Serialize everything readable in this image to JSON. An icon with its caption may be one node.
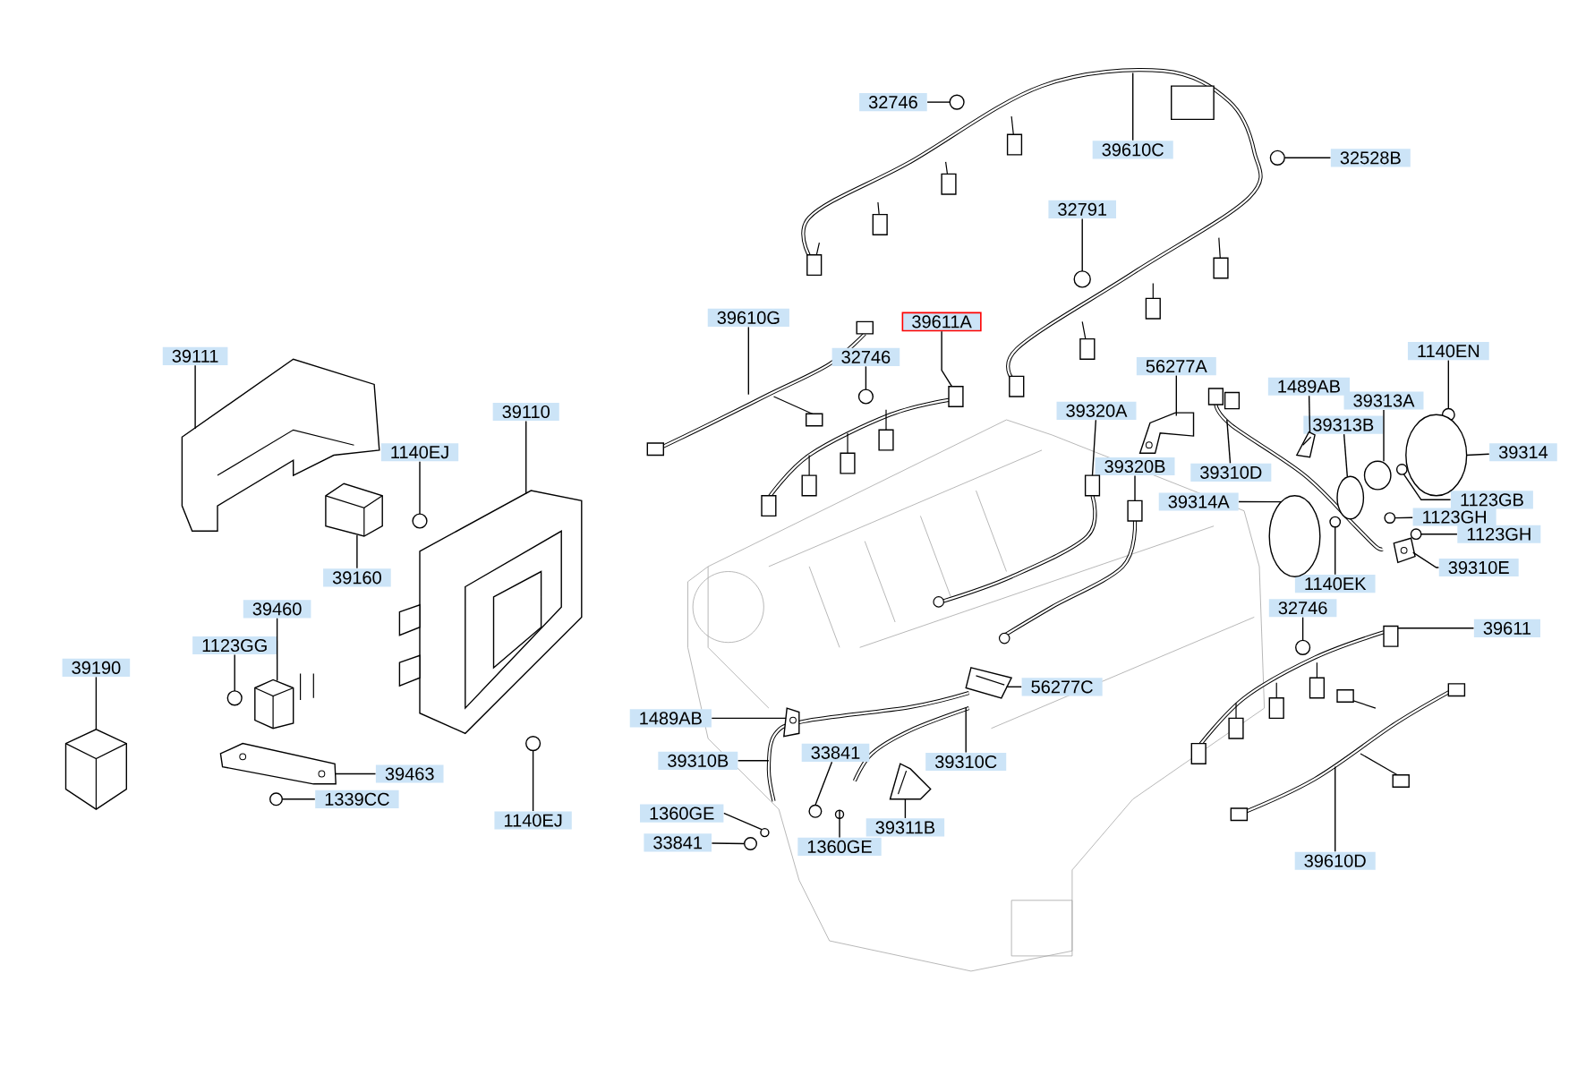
{
  "diagram": {
    "nodes": [
      {
        "text": [
          "32746"
        ]
      },
      {
        "text": [
          "39610C"
        ]
      },
      {
        "text": [
          "32528B"
        ]
      },
      {
        "text": [
          "32791"
        ]
      },
      {
        "text": [
          "39610G"
        ]
      },
      {
        "text": [
          "39611A"
        ]
      },
      {
        "text": [
          "32746"
        ]
      },
      {
        "text": [
          "39111"
        ]
      },
      {
        "text": [
          "39110"
        ]
      },
      {
        "text": [
          "1140EJ"
        ]
      },
      {
        "text": [
          "39160"
        ]
      },
      {
        "text": [
          "39460"
        ]
      },
      {
        "text": [
          "1123GG"
        ]
      },
      {
        "text": [
          "39190"
        ]
      },
      {
        "text": [
          "39463"
        ]
      },
      {
        "text": [
          "1339CC"
        ]
      },
      {
        "text": [
          "1140EJ"
        ]
      },
      {
        "text": [
          "56277A"
        ]
      },
      {
        "text": [
          "1489AB"
        ]
      },
      {
        "text": [
          "39313A"
        ]
      },
      {
        "text": [
          "39313B"
        ]
      },
      {
        "text": [
          "1140EN"
        ]
      },
      {
        "text": [
          "39320A"
        ]
      },
      {
        "text": [
          "39320B"
        ]
      },
      {
        "text": [
          "39310D"
        ]
      },
      {
        "text": [
          "39314"
        ]
      },
      {
        "text": [
          "1123GB"
        ]
      },
      {
        "text": [
          "39314A"
        ]
      },
      {
        "text": [
          "1123GH"
        ]
      },
      {
        "text": [
          "1123GH"
        ]
      },
      {
        "text": [
          "1140EK"
        ]
      },
      {
        "text": [
          "39310E"
        ]
      },
      {
        "text": [
          "32746"
        ]
      },
      {
        "text": [
          "39611"
        ]
      },
      {
        "text": [
          "56277C"
        ]
      },
      {
        "text": [
          "1489AB"
        ]
      },
      {
        "text": [
          "39310B"
        ]
      },
      {
        "text": [
          "33841"
        ]
      },
      {
        "text": [
          "39310C"
        ]
      },
      {
        "text": [
          "1360GE"
        ]
      },
      {
        "text": [
          "33841"
        ]
      },
      {
        "text": [
          "1360GE"
        ]
      },
      {
        "text": [
          "39311B"
        ]
      },
      {
        "text": [
          "39610D"
        ]
      },
      {
        "text": [],
        "shape": "circle"
      },
      {
        "text": [],
        "shape": "circle"
      },
      {
        "text": [],
        "shape": "circle"
      },
      {
        "text": [],
        "shape": "box"
      },
      {
        "text": [],
        "shape": "circle"
      },
      {
        "text": [],
        "shape": "picture"
      },
      {
        "text": [],
        "shape": "picture"
      },
      {
        "text": [],
        "shape": "circle"
      },
      {
        "text": [],
        "shape": "picture"
      },
      {
        "text": [],
        "shape": "picture"
      },
      {
        "text": [],
        "shape": "circle"
      },
      {
        "text": [],
        "shape": "picture"
      },
      {
        "text": [],
        "shape": "picture"
      },
      {
        "text": [],
        "shape": "circle"
      },
      {
        "text": [],
        "shape": "circle"
      },
      {
        "text": [],
        "shape": "picture"
      },
      {
        "text": [],
        "shape": "picture"
      },
      {
        "text": [],
        "shape": "circle"
      },
      {
        "text": [],
        "shape": "circle"
      },
      {
        "text": [],
        "shape": "circle"
      },
      {
        "text": [],
        "shape": "box"
      },
      {
        "text": [],
        "shape": "box"
      },
      {
        "text": [],
        "shape": "circle"
      },
      {
        "text": [],
        "shape": "circle"
      },
      {
        "text": [],
        "shape": "circle"
      },
      {
        "text": [],
        "shape": "circle"
      },
      {
        "text": [],
        "shape": "circle"
      },
      {
        "text": [],
        "shape": "circle"
      },
      {
        "text": [],
        "shape": "picture"
      },
      {
        "text": [],
        "shape": "circle"
      },
      {
        "text": [],
        "shape": "box"
      },
      {
        "text": [],
        "shape": "picture"
      },
      {
        "text": [],
        "shape": "picture"
      },
      {
        "text": [],
        "shape": "circle"
      },
      {
        "text": [],
        "shape": "circle"
      },
      {
        "text": [],
        "shape": "circle"
      },
      {
        "text": [],
        "shape": "circle"
      },
      {
        "text": [],
        "shape": "picture"
      }
    ],
    "edges": [
      {
        "from": 0,
        "to": 44,
        "arrow": "none"
      },
      {
        "from": 1,
        "to": null,
        "arrow": "none"
      },
      {
        "from": 2,
        "to": 45,
        "arrow": "none"
      },
      {
        "from": 3,
        "to": 46,
        "arrow": "none"
      },
      {
        "from": 4,
        "to": null,
        "arrow": "none"
      },
      {
        "from": 5,
        "to": 47,
        "arrow": "none"
      },
      {
        "from": 6,
        "to": 48,
        "arrow": "none"
      },
      {
        "from": 7,
        "to": 49,
        "arrow": "none"
      },
      {
        "from": 8,
        "to": 50,
        "arrow": "none"
      },
      {
        "from": 9,
        "to": 51,
        "arrow": "none"
      },
      {
        "from": 10,
        "to": 52,
        "arrow": "none"
      },
      {
        "from": 11,
        "to": 53,
        "arrow": "none"
      },
      {
        "from": 12,
        "to": 54,
        "arrow": "none"
      },
      {
        "from": 13,
        "to": 55,
        "arrow": "none"
      },
      {
        "from": 14,
        "to": 56,
        "arrow": "none"
      },
      {
        "from": 15,
        "to": 57,
        "arrow": "none"
      },
      {
        "from": 16,
        "to": 58,
        "arrow": "none"
      },
      {
        "from": 17,
        "to": 59,
        "arrow": "none"
      },
      {
        "from": 18,
        "to": 60,
        "arrow": "none"
      },
      {
        "from": 19,
        "to": 61,
        "arrow": "none"
      },
      {
        "from": 20,
        "to": 62,
        "arrow": "none"
      },
      {
        "from": 21,
        "to": 63,
        "arrow": "none"
      },
      {
        "from": 22,
        "to": 64,
        "arrow": "none"
      },
      {
        "from": 23,
        "to": 65,
        "arrow": "none"
      },
      {
        "from": 24,
        "to": null,
        "arrow": "none"
      },
      {
        "from": 25,
        "to": 66,
        "arrow": "none"
      },
      {
        "from": 26,
        "to": 67,
        "arrow": "none"
      },
      {
        "from": 27,
        "to": 68,
        "arrow": "none"
      },
      {
        "from": 28,
        "to": 69,
        "arrow": "none"
      },
      {
        "from": 29,
        "to": 70,
        "arrow": "none"
      },
      {
        "from": 30,
        "to": 71,
        "arrow": "none"
      },
      {
        "from": 31,
        "to": 72,
        "arrow": "none"
      },
      {
        "from": 32,
        "to": 73,
        "arrow": "none"
      },
      {
        "from": 33,
        "to": 74,
        "arrow": "none"
      },
      {
        "from": 34,
        "to": 75,
        "arrow": "none"
      },
      {
        "from": 35,
        "to": 76,
        "arrow": "none"
      },
      {
        "from": 36,
        "to": null,
        "arrow": "none"
      },
      {
        "from": 37,
        "to": 77,
        "arrow": "none"
      },
      {
        "from": 38,
        "to": null,
        "arrow": "none"
      },
      {
        "from": 39,
        "to": 78,
        "arrow": "none"
      },
      {
        "from": 40,
        "to": 79,
        "arrow": "none"
      },
      {
        "from": 41,
        "to": 80,
        "arrow": "none"
      },
      {
        "from": 42,
        "to": 81,
        "arrow": "none"
      },
      {
        "from": 43,
        "to": null,
        "arrow": "none"
      }
    ]
  }
}
